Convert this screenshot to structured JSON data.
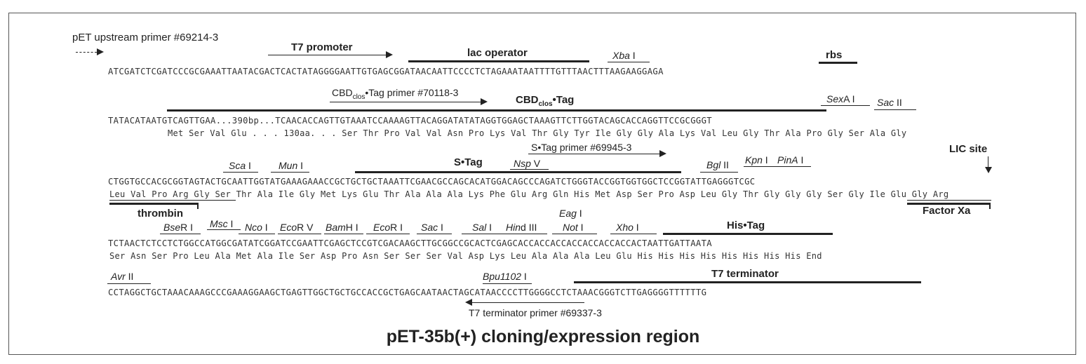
{
  "title": "pET-35b(+) cloning/expression region",
  "sequence_lines": [
    "ATCGATCTCGATCCCGCGAAATTAATACGACTCACTATAGGGGAATTGTGAGCGGATAACAATTCCCCTCTAGAAATAATTTTGTTTAACTTTAAGAAGGAGA",
    "TATACATAATGTCAGTTGAA...390bp...TCAACACCAGTTGTAAATCCAAAAGTTACAGGATATATAGGTGGAGCTAAAGTTCTTGGTACAGCACCAGGTTCCGCGGGT",
    "CTGGTGCCACGCGGTAGTACTGCAATTGGTATGAAAGAAACCGCTGCTGCTAAATTCGAACGCCAGCACATGGACAGCCCAGATCTGGGTACCGGTGGTGGCTCCGGTATTGAGGGTCGC",
    "TCTAACTCTCCTCTGGCCATGGCGATATCGGATCCGAATTCGAGCTCCGTCGACAAGCTTGCGGCCGCACTCGAGCACCACCACCACCACCACCACCACTAATTGATTAATA",
    "CCTAGGCTGCTAAACAAAGCCCGAAAGGAAGCTGAGTTGGCTGCTGCCACCGCTGAGCAATAACTAGCATAACCCCTTGGGGCCTCTAAACGGGTCTTGAGGGGTTTTTTG"
  ],
  "translation_lines": [
    "Met Ser Val Glu . . . 130aa. . . Ser Thr Pro Val Val Asn Pro Lys Val Thr Gly Tyr Ile Gly Gly Ala Lys Val Leu Gly Thr Ala Pro Gly Ser Ala Gly",
    "Leu Val Pro Arg Gly Ser Thr Ala Ile Gly Met Lys Glu Thr Ala Ala Ala Lys Phe Glu Arg Gln His Met Asp Ser Pro Asp Leu Gly Thr Gly Gly Gly Ser Gly Ile Glu Gly Arg",
    "Ser Asn Ser Pro Leu Ala Met Ala Ile Ser Asp Pro Asn Ser Ser Ser Val Asp Lys Leu Ala Ala Ala Leu Glu His His His His His His His His End"
  ],
  "features": {
    "upstream_primer": "pET upstream primer #69214-3",
    "t7_promoter": "T7 promoter",
    "lac_operator": "lac operator",
    "rbs": "rbs",
    "cbd_primer_pre": "CBD",
    "cbd_primer_sub": "clos",
    "cbd_primer_post": "•Tag primer #70118-3",
    "cbd_tag_pre": "CBD",
    "cbd_tag_sub": "clos",
    "cbd_tag_post": "•Tag",
    "stag": "S•Tag",
    "stag_primer": "S•Tag primer #69945-3",
    "lic_site": "LIC site",
    "thrombin": "thrombin",
    "factor_xa": "Factor Xa",
    "his_tag": "His•Tag",
    "t7_terminator": "T7 terminator",
    "t7_terminator_primer": "T7 terminator primer #69337-3"
  },
  "sites": {
    "xba_i": "Xba",
    "xba_i_s": " I",
    "sex_ai": "Sex",
    "sex_ai_s": "A I",
    "sac_ii": "Sac",
    "sac_ii_s": " II",
    "sca_i": "Sca",
    "sca_i_s": " I",
    "mun_i": "Mun",
    "mun_i_s": " I",
    "nsp_v": "Nsp",
    "nsp_v_s": " V",
    "bgl_ii": "Bgl",
    "bgl_ii_s": " II",
    "kpn_i": "Kpn",
    "kpn_i_s": " I",
    "pin_ai": "PinA",
    "pin_ai_s": " I",
    "bse_ri": "Bse",
    "bse_ri_s": "R I",
    "msc_i": "Msc",
    "msc_i_s": " I",
    "nco_i": "Nco",
    "nco_i_s": " I",
    "eco_rv": "Eco",
    "eco_rv_s": "R V",
    "bam_hi": "Bam",
    "bam_hi_s": "H I",
    "eco_ri": "Eco",
    "eco_ri_s": "R I",
    "sac_i": "Sac",
    "sac_i_s": " I",
    "sal_i": "Sal",
    "sal_i_s": " I",
    "hind_iii": "Hin",
    "hind_iii_s": "d III",
    "eag_i": "Eag",
    "eag_i_s": " I",
    "not_i": "Not",
    "not_i_s": " I",
    "xho_i": "Xho",
    "xho_i_s": " I",
    "avr_ii": "Avr",
    "avr_ii_s": " II",
    "bpu1102_i": "Bpu1102",
    "bpu1102_i_s": " I"
  }
}
